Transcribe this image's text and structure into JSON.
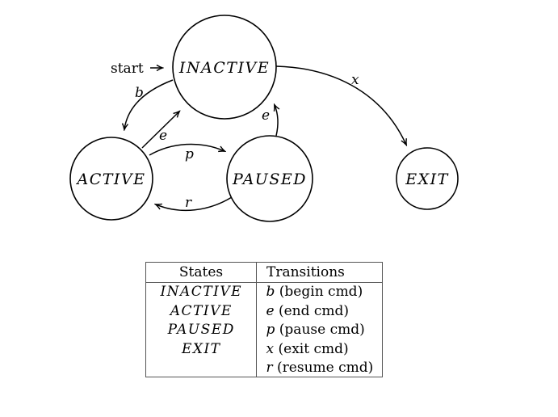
{
  "diagram": {
    "start_label": "start",
    "states": {
      "inactive": "INACTIVE",
      "active": "ACTIVE",
      "paused": "PAUSED",
      "exit": "EXIT"
    },
    "transitions": {
      "b_label": "b",
      "e_active_label": "e",
      "p_label": "p",
      "r_label": "r",
      "e_paused_label": "e",
      "x_label": "x"
    }
  },
  "legend": {
    "headers": {
      "states": "States",
      "transitions": "Transitions"
    },
    "states": [
      "INACTIVE",
      "ACTIVE",
      "PAUSED",
      "EXIT",
      ""
    ],
    "transitions": [
      {
        "symbol": "b",
        "description": "(begin cmd)"
      },
      {
        "symbol": "e",
        "description": "(end cmd)"
      },
      {
        "symbol": "p",
        "description": "(pause cmd)"
      },
      {
        "symbol": "x",
        "description": "(exit cmd)"
      },
      {
        "symbol": "r",
        "description": "(resume cmd)"
      }
    ]
  }
}
